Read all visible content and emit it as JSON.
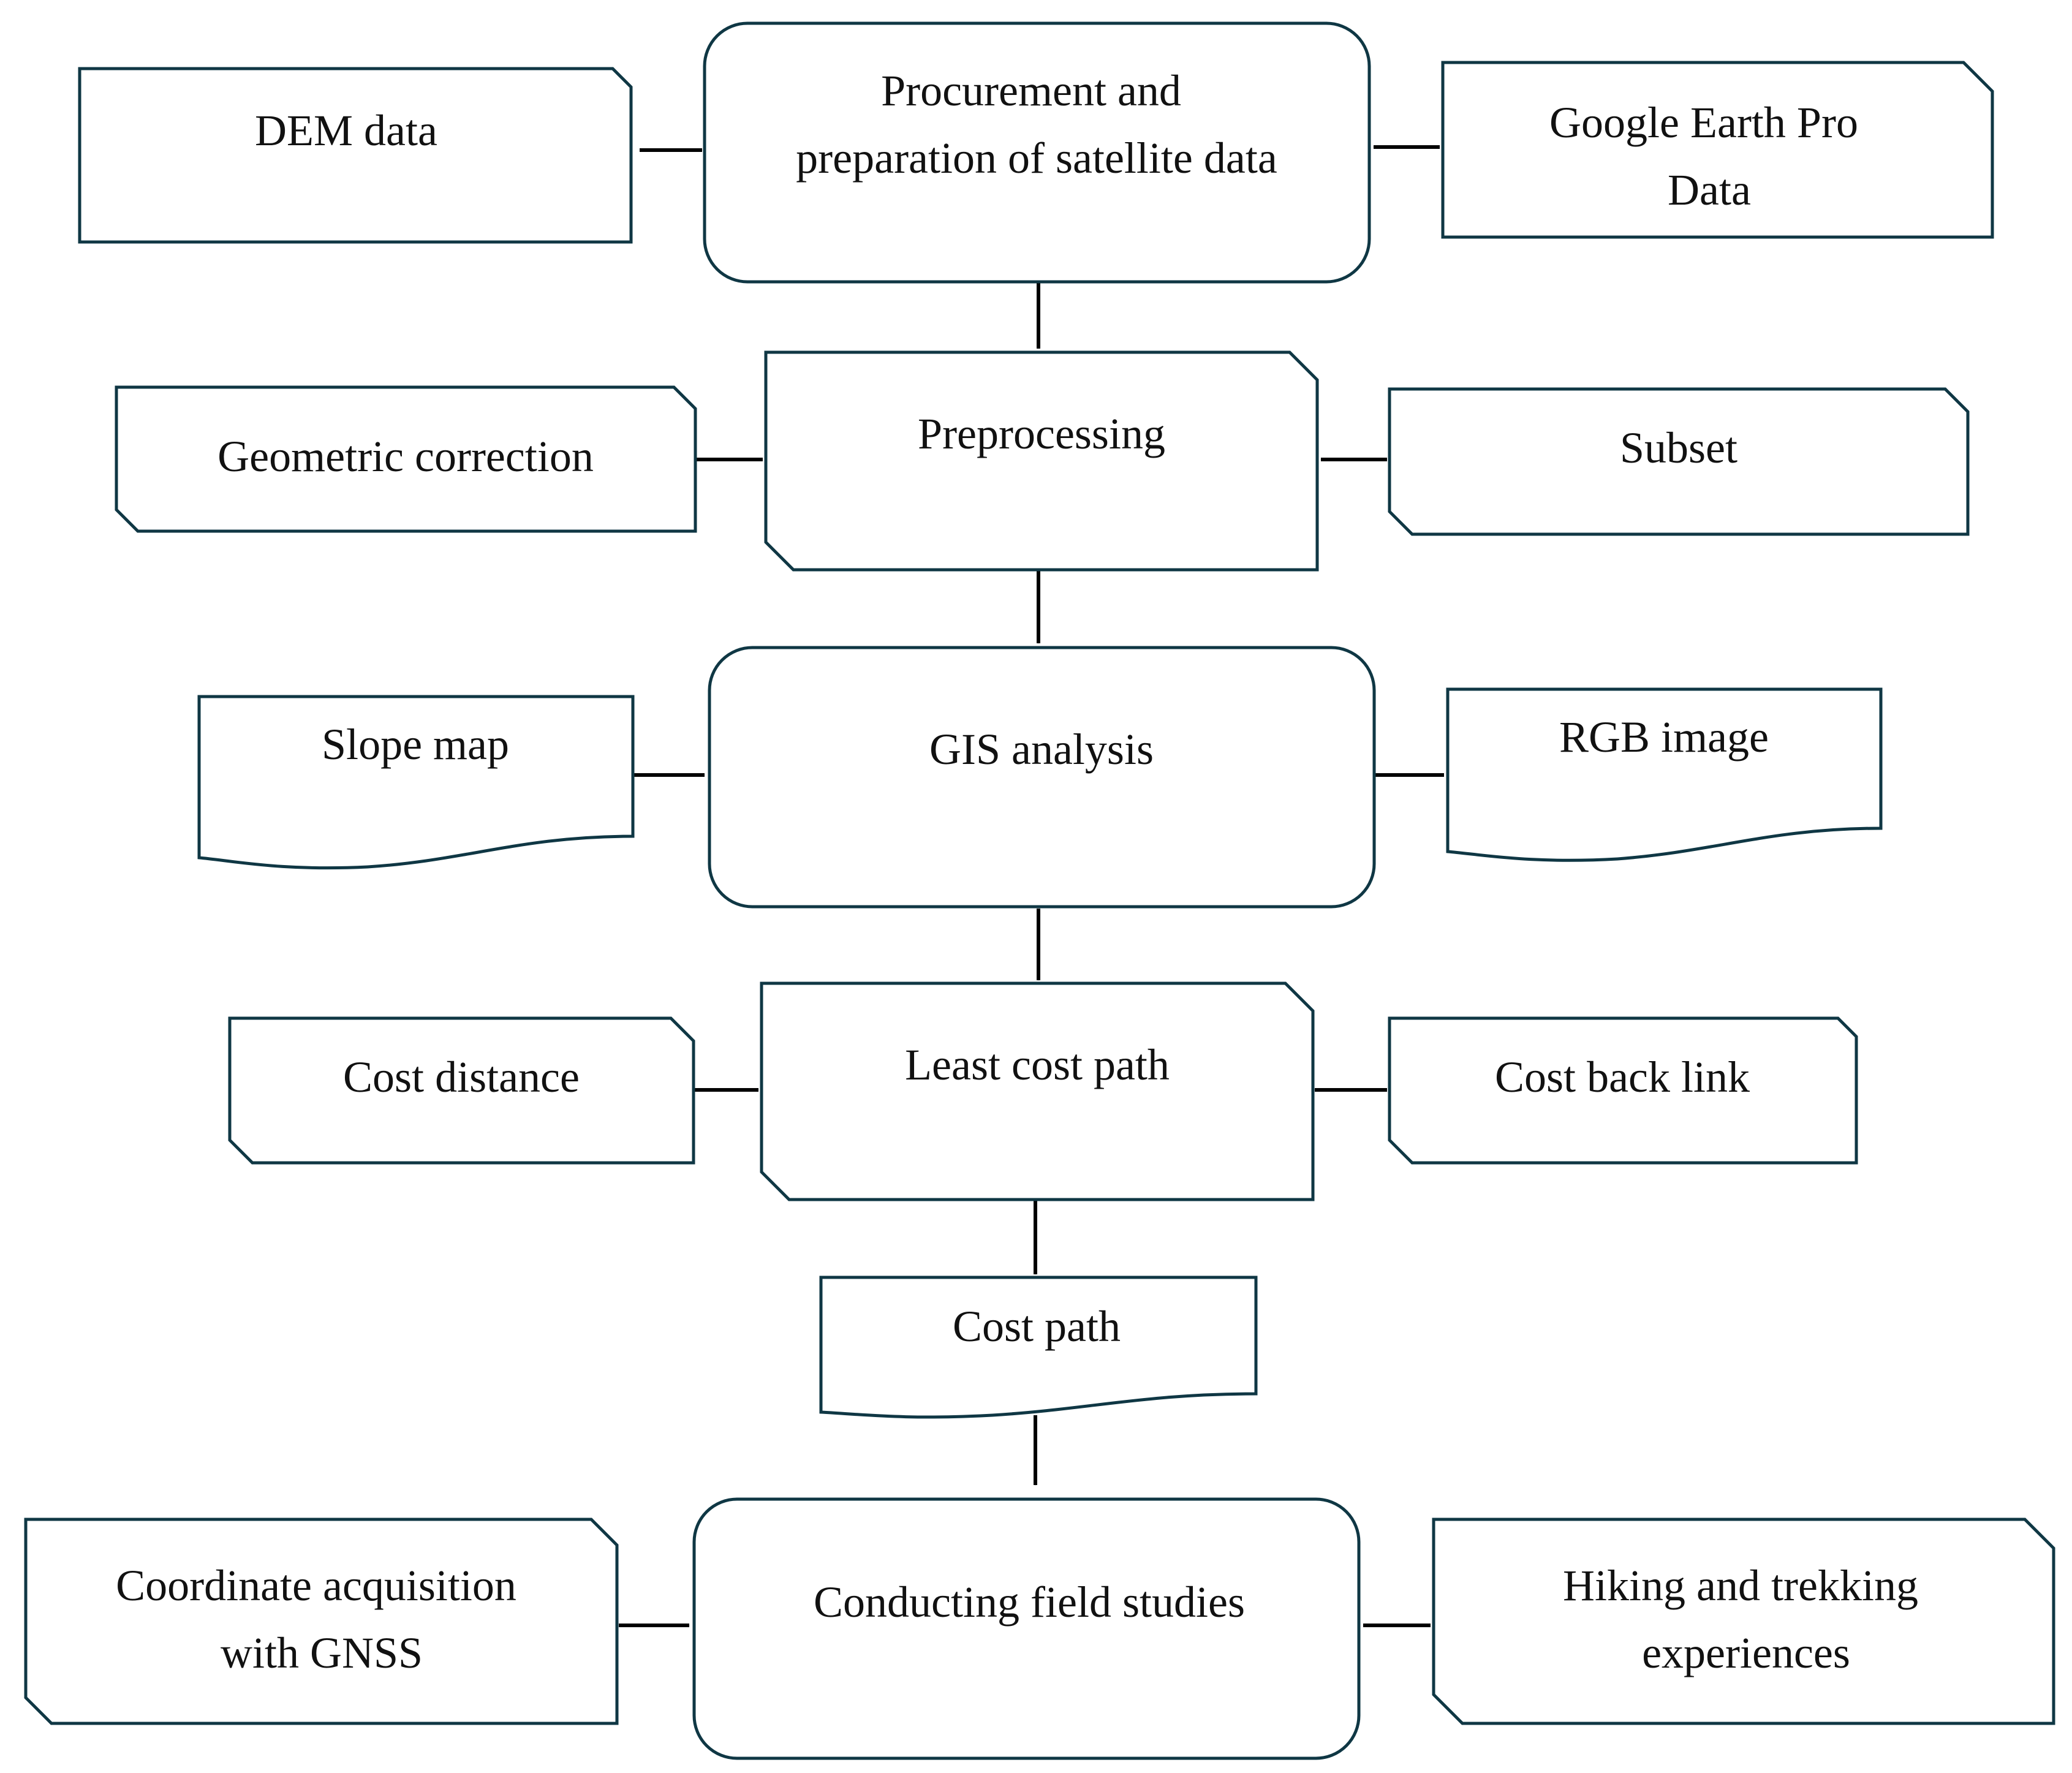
{
  "diagram": {
    "colors": {
      "stroke": "#0f3744",
      "arrow": "#000000",
      "text": "#111111",
      "background": "#ffffff"
    },
    "nodes": {
      "procurement": {
        "shape": "rounded-rectangle",
        "lines": [
          "Procurement and",
          "preparation of satellite data"
        ]
      },
      "dem": {
        "shape": "card-top-right",
        "lines": [
          "DEM data"
        ]
      },
      "google_earth": {
        "shape": "card-top-right",
        "lines": [
          "Google Earth Pro",
          "Data"
        ]
      },
      "preprocessing": {
        "shape": "card-top-right-bottom-left",
        "lines": [
          "Preprocessing"
        ]
      },
      "geometric": {
        "shape": "card-top-right-bottom-left",
        "lines": [
          "Geometric correction"
        ]
      },
      "subset": {
        "shape": "card-top-right-bottom-left",
        "lines": [
          "Subset"
        ]
      },
      "gis": {
        "shape": "rounded-rectangle",
        "lines": [
          "GIS analysis"
        ]
      },
      "slope": {
        "shape": "document",
        "lines": [
          "Slope map"
        ]
      },
      "rgb": {
        "shape": "document",
        "lines": [
          "RGB image"
        ]
      },
      "least_cost": {
        "shape": "card-top-right-bottom-left",
        "lines": [
          "Least cost path"
        ]
      },
      "cost_distance": {
        "shape": "card-top-right-bottom-left",
        "lines": [
          "Cost distance"
        ]
      },
      "cost_back_link": {
        "shape": "card-top-right-bottom-left",
        "lines": [
          "Cost back link"
        ]
      },
      "cost_path": {
        "shape": "document",
        "lines": [
          "Cost path"
        ]
      },
      "field_studies": {
        "shape": "rounded-rectangle",
        "lines": [
          "Conducting field studies"
        ]
      },
      "coordinate": {
        "shape": "card-top-right-bottom-left",
        "lines": [
          "Coordinate acquisition",
          "with GNSS"
        ]
      },
      "hiking": {
        "shape": "card-top-right-bottom-left",
        "lines": [
          "Hiking and trekking",
          "experiences"
        ]
      }
    },
    "edges": [
      {
        "from": "dem",
        "to": "procurement"
      },
      {
        "from": "google_earth",
        "to": "procurement"
      },
      {
        "from": "procurement",
        "to": "preprocessing"
      },
      {
        "from": "geometric",
        "to": "preprocessing"
      },
      {
        "from": "subset",
        "to": "preprocessing"
      },
      {
        "from": "preprocessing",
        "to": "gis"
      },
      {
        "from": "slope",
        "to": "gis"
      },
      {
        "from": "rgb",
        "to": "gis"
      },
      {
        "from": "gis",
        "to": "least_cost"
      },
      {
        "from": "cost_distance",
        "to": "least_cost"
      },
      {
        "from": "cost_back_link",
        "to": "least_cost"
      },
      {
        "from": "least_cost",
        "to": "cost_path"
      },
      {
        "from": "cost_path",
        "to": "field_studies"
      },
      {
        "from": "coordinate",
        "to": "field_studies"
      },
      {
        "from": "hiking",
        "to": "field_studies"
      }
    ]
  }
}
